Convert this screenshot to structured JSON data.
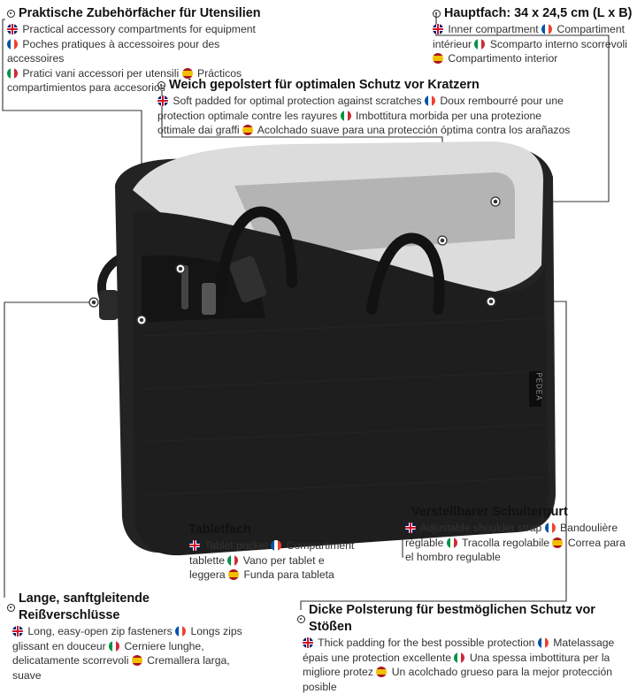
{
  "callouts": {
    "accessories": {
      "title": "Praktische Zubehörfächer für Utensilien",
      "en": "Practical accessory compartments for equipment",
      "fr": "Poches pratiques à accessoires pour des accessoires",
      "it": "Pratici vani accessori per utensili",
      "es": "Prácticos compartimientos para accesorios"
    },
    "main": {
      "title": "Hauptfach: 34 x 24,5 cm (L x B)",
      "en": "Inner compartment",
      "fr": "Compartiment intérieur",
      "it": "Scomparto interno scorrevoli",
      "es": "Compartimento interior"
    },
    "padded": {
      "title": "Weich gepolstert für optimalen Schutz vor Kratzern",
      "en": "Soft padded for optimal protection against scratches",
      "fr": "Doux rembourré pour une protection optimale contre les rayures",
      "it": "Imbottitura morbida per una protezione ottimale dai graffi",
      "es": "Acolchado suave para una protección óptima contra los arañazos"
    },
    "tablet": {
      "title": "Tabletfach",
      "en": "Tablet pocket",
      "fr": "Compartiment tablette",
      "it": "Vano per tablet e leggera",
      "es": "Funda para tableta"
    },
    "strap": {
      "title": "Verstellbarer Schultergurt",
      "en": "Adjustable shoulder strap",
      "fr": "Bandoulière réglable",
      "it": "Tracolla regolabile",
      "es": "Correa para el hombro regulable"
    },
    "zip": {
      "title": "Lange, sanftgleitende Reißverschlüsse",
      "en": "Long, easy-open zip fasteners",
      "fr": "Longs zips glissant en douceur",
      "it": "Cerniere lunghe, delicatamente scorrevoli",
      "es": "Cremallera larga, suave"
    },
    "thick": {
      "title": "Dicke Polsterung für bestmöglichen Schutz vor Stößen",
      "en": "Thick padding for the best possible protection",
      "fr": "Matelassage épais une protection excellente",
      "it": "Una spessa imbottitura per la migliore protez",
      "es": "Un acolchado grueso para la mejor protección posible"
    }
  },
  "brand_label": "PEDEA",
  "colors": {
    "bag": "#1f1f20",
    "lining": "#d9d9d9",
    "tablet": "#b9b9b9"
  }
}
